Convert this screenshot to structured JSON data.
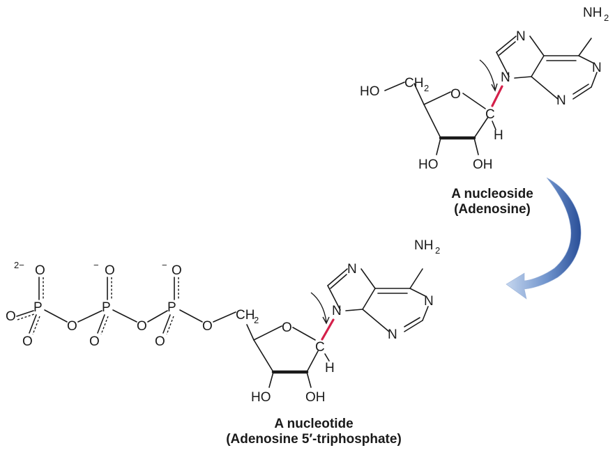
{
  "nucleoside": {
    "title": "A nucleoside",
    "subtitle": "(Adenosine)"
  },
  "nucleotide": {
    "title": "A nucleotide",
    "subtitle": "(Adenosine 5′-triphosphate)"
  },
  "atoms": {
    "N": "N",
    "NH": "NH",
    "two": "2",
    "O": "O",
    "P": "P",
    "C": "C",
    "H": "H",
    "HO": "HO",
    "OH": "OH",
    "CH": "CH",
    "charge2": "2−",
    "minus": "−"
  },
  "colors": {
    "glycosidic_bond": "#d4204a",
    "arrow_gradient_dark": "#2a4f98",
    "arrow_gradient_light": "#c5d6ee"
  }
}
